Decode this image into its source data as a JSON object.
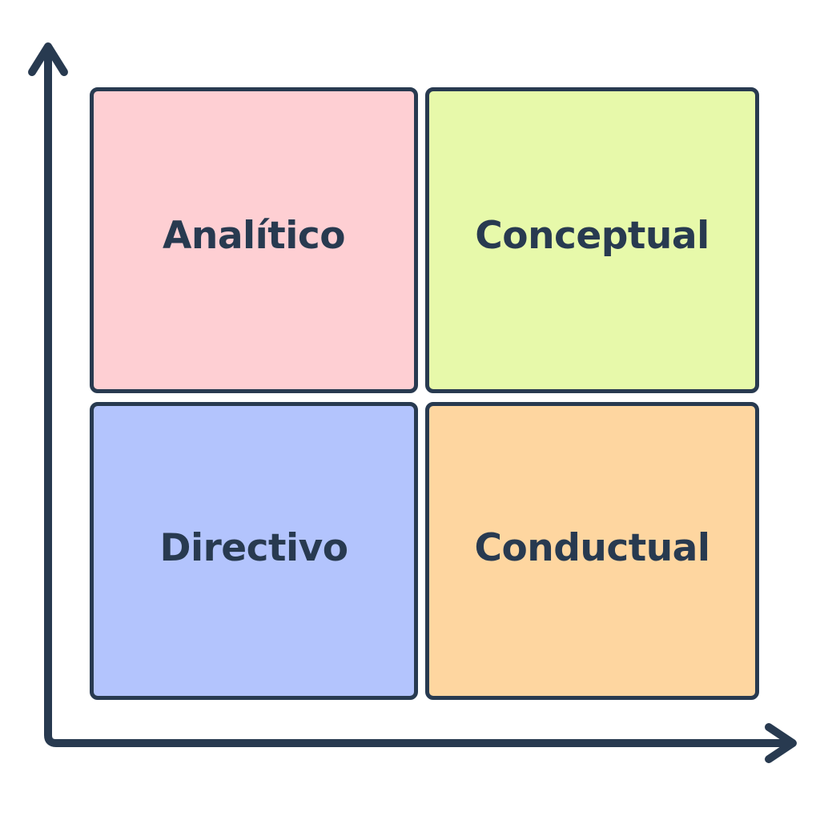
{
  "quadrants": {
    "top_left": {
      "label": "Analítico",
      "color": "#fecfd3"
    },
    "top_right": {
      "label": "Conceptual",
      "color": "#e7f9aa"
    },
    "bottom_left": {
      "label": "Directivo",
      "color": "#b3c4fd"
    },
    "bottom_right": {
      "label": "Conductual",
      "color": "#fed6a0"
    }
  },
  "colors": {
    "stroke": "#283a50",
    "background": "#ffffff"
  }
}
